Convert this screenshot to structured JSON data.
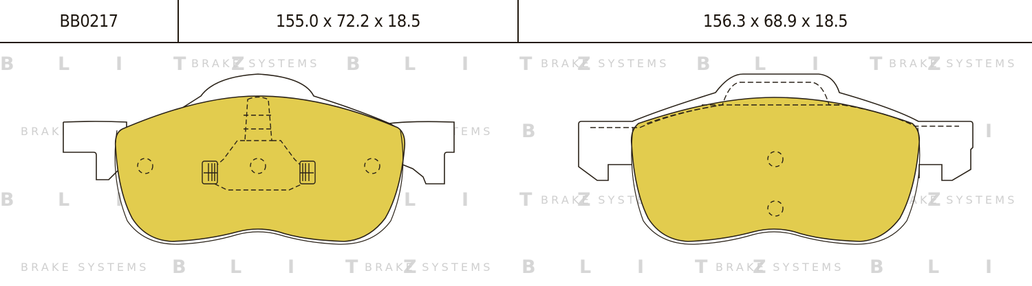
{
  "header": {
    "part_number": "BB0217",
    "dimensions_left": "155.0 x 72.2 x 18.5",
    "dimensions_right": "156.3 x 68.9 x 18.5"
  },
  "watermark": {
    "brand_letters": [
      "B",
      "L",
      "I",
      "T",
      "Z"
    ],
    "tagline": "BRAKE SYSTEMS"
  },
  "colors": {
    "pad_fill": "#e2cc4e",
    "outline": "#2a2218",
    "watermark": "#d6d6d6",
    "rule": "#231a10"
  },
  "pads": [
    {
      "name": "left-pad",
      "holes": 3,
      "features": "center sensor mount with dashed outline"
    },
    {
      "name": "right-pad",
      "holes": 2,
      "features": "top dashed clip outline"
    }
  ]
}
